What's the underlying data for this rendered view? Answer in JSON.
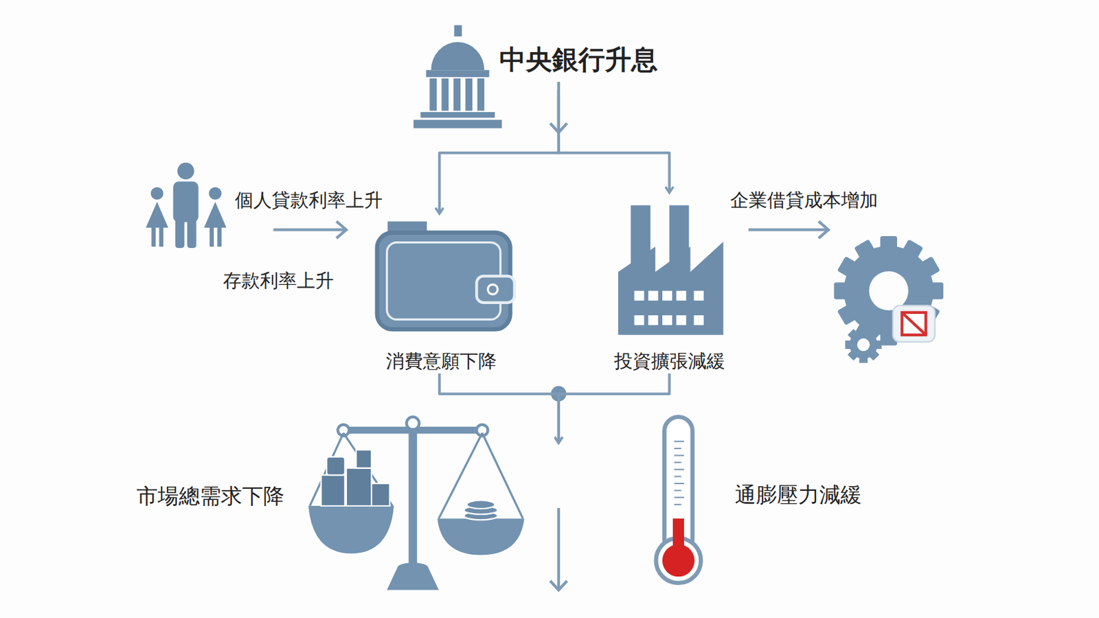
{
  "diagram": {
    "nodes": [
      {
        "text": [
          "中央銀行升息"
        ]
      },
      {
        "text": [
          "消費意願下降"
        ]
      },
      {
        "text": [
          "投資擴張減緩"
        ]
      },
      {
        "text": [
          "市場總需求下降"
        ]
      },
      {
        "text": [
          "通膨壓力減緩"
        ]
      }
    ],
    "edges": [
      {
        "from": 0,
        "to": 1,
        "arrow": "to"
      },
      {
        "from": 0,
        "to": 2,
        "arrow": "to"
      },
      {
        "from": 1,
        "to": 3,
        "arrow": "to"
      },
      {
        "from": 2,
        "to": 3,
        "arrow": "to"
      }
    ],
    "labels": [
      "個人貸款利率上升",
      "存款利率上升",
      "企業借貸成本增加"
    ]
  }
}
